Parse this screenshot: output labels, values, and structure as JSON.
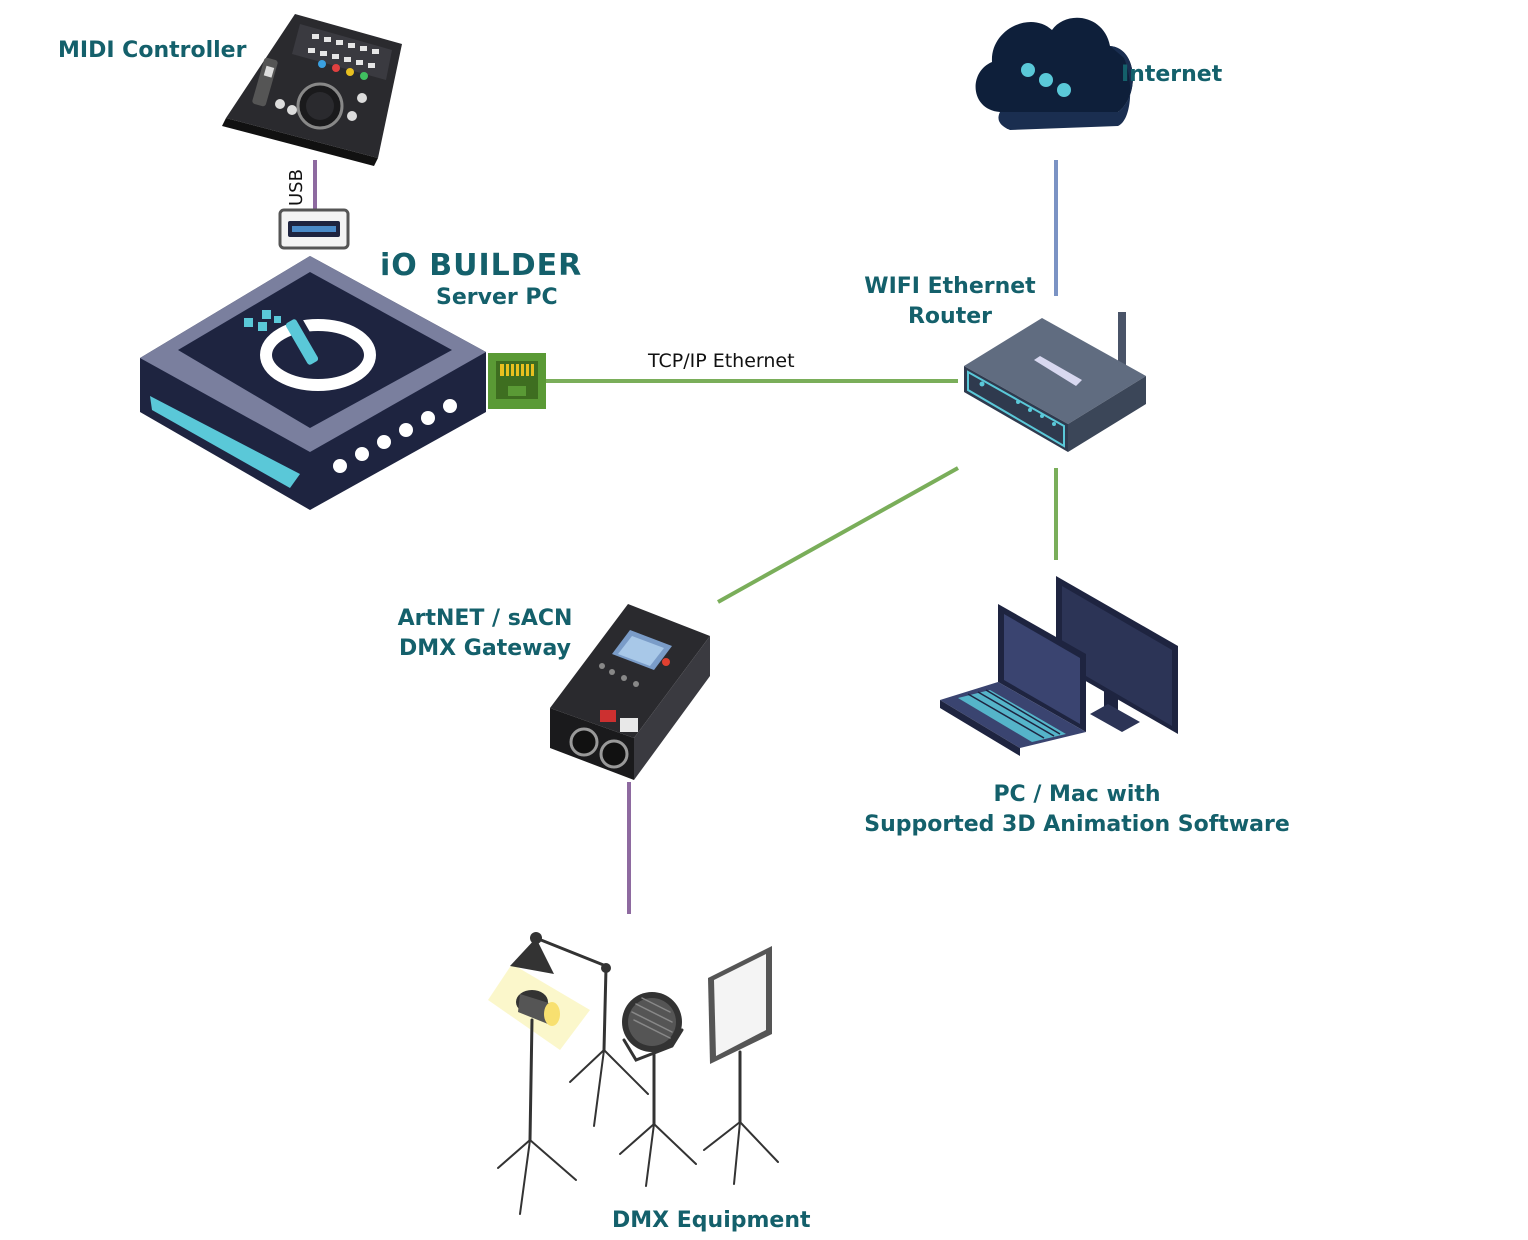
{
  "nodes": {
    "midi": {
      "label": "MIDI Controller",
      "icon": "midi-controller-icon"
    },
    "server": {
      "brand": "iO BUILDER",
      "label": "Server PC",
      "icon": "server-box-icon"
    },
    "internet": {
      "label": "Internet",
      "icon": "cloud-icon"
    },
    "router": {
      "label_line1": "WIFI Ethernet",
      "label_line2": "Router",
      "icon": "router-icon"
    },
    "gateway": {
      "label_line1": "ArtNET / sACN",
      "label_line2": "DMX Gateway",
      "icon": "dmx-gateway-icon"
    },
    "pc": {
      "label_line1": "PC / Mac with",
      "label_line2": "Supported 3D Animation Software",
      "icon": "pc-mac-icon"
    },
    "dmx": {
      "label": "DMX Equipment",
      "icon": "studio-lights-icon"
    }
  },
  "connections": {
    "usb": {
      "label": "USB",
      "color": "#8e6aa0"
    },
    "ethernet": {
      "label": "TCP/IP Ethernet",
      "color": "#7aae5a"
    },
    "internet_link": {
      "label": "",
      "color": "#7b93c4"
    },
    "router_gateway": {
      "label": "",
      "color": "#7aae5a"
    },
    "router_pc": {
      "label": "",
      "color": "#7aae5a"
    },
    "gateway_dmx": {
      "label": "",
      "color": "#8e6aa0"
    }
  },
  "colors": {
    "label_teal": "#14606b",
    "device_navy": "#1e2440",
    "accent_cyan": "#5ac8d8",
    "rj45_green": "#5a9a35"
  }
}
